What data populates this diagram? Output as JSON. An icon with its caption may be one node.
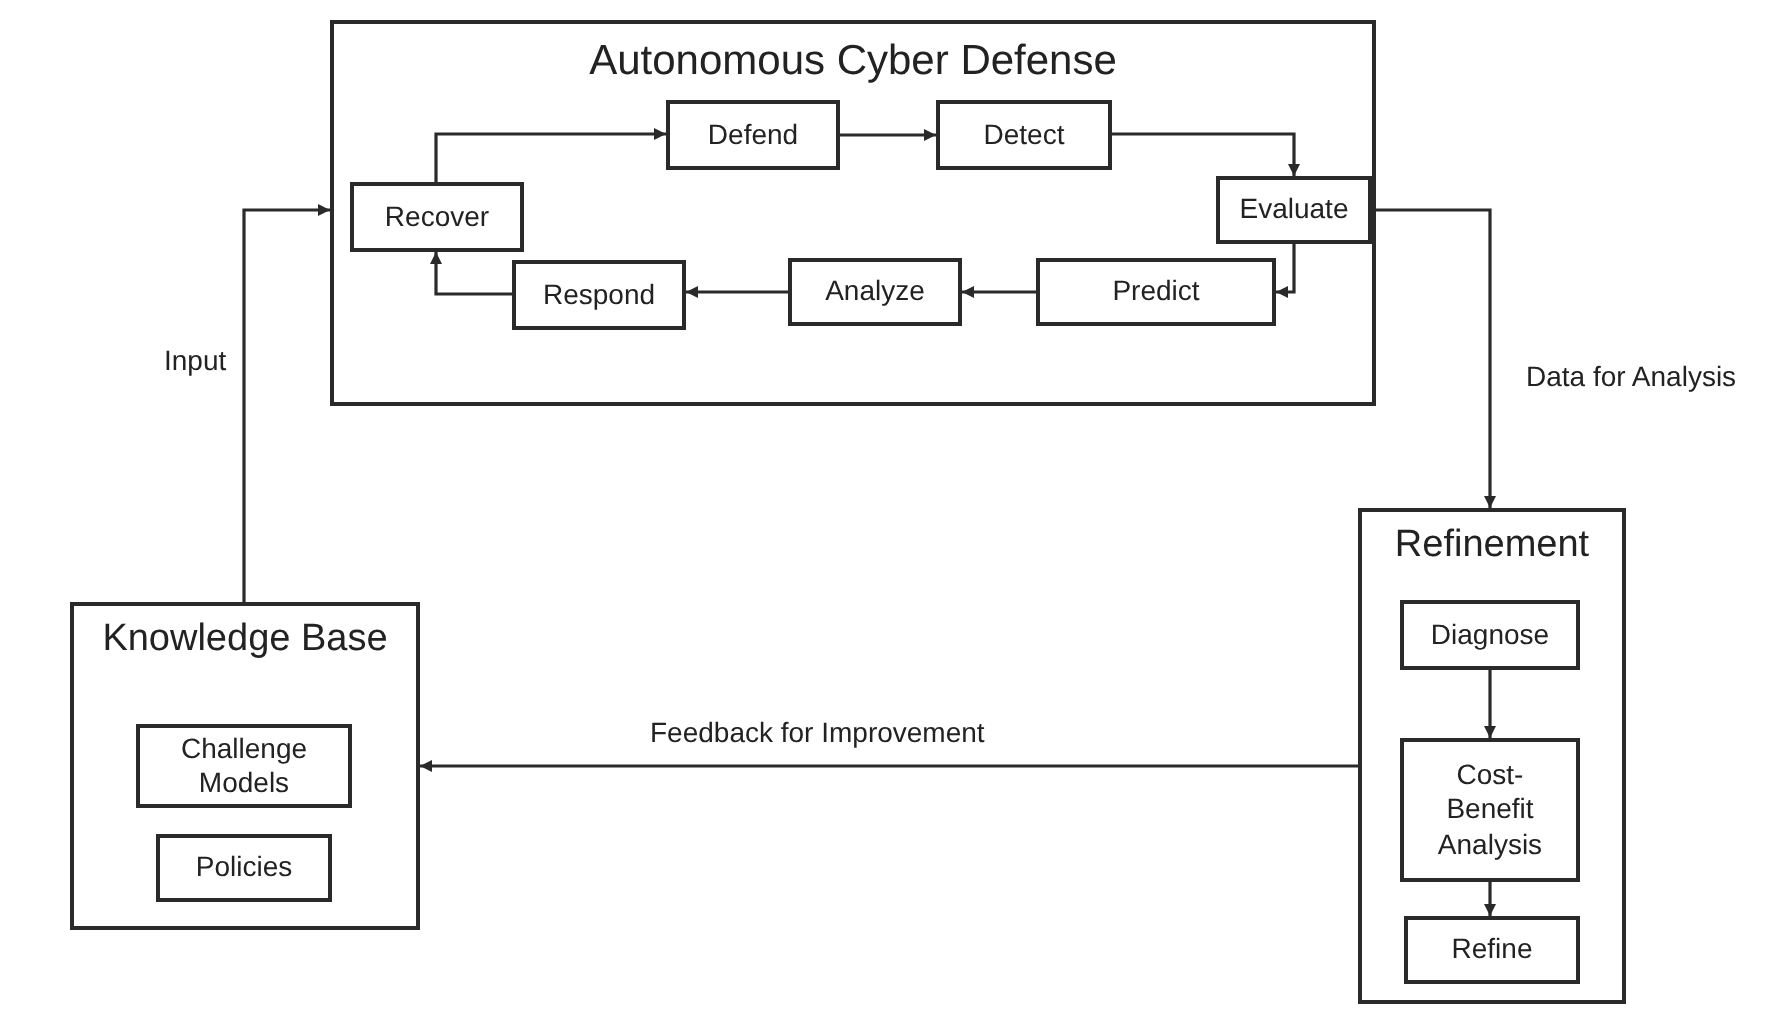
{
  "diagram": {
    "nodes": [
      {
        "text": [
          "Autonomous Cyber Defense"
        ]
      },
      {
        "text": [
          "Defend"
        ],
        "in": 0
      },
      {
        "text": [
          "Detect"
        ],
        "in": 0
      },
      {
        "text": [
          "Recover"
        ],
        "in": 0
      },
      {
        "text": [
          "Evaluate"
        ],
        "in": 0
      },
      {
        "text": [
          "Respond"
        ],
        "in": 0
      },
      {
        "text": [
          "Analyze"
        ],
        "in": 0
      },
      {
        "text": [
          "Predict"
        ],
        "in": 0
      },
      {
        "text": [
          "Refinement"
        ]
      },
      {
        "text": [
          "Diagnose"
        ],
        "in": 8
      },
      {
        "text": [
          "Cost-Benefit Analysis"
        ],
        "in": 8
      },
      {
        "text": [
          "Refine"
        ],
        "in": 8
      },
      {
        "text": [
          "Knowledge Base"
        ]
      },
      {
        "text": [
          "Challenge Models"
        ],
        "in": 12
      },
      {
        "text": [
          "Policies"
        ],
        "in": 12
      }
    ],
    "edges": [
      {
        "from": 3,
        "to": 1,
        "arrow": "to"
      },
      {
        "from": 1,
        "to": 2,
        "arrow": "to"
      },
      {
        "from": 2,
        "to": 4,
        "arrow": "to"
      },
      {
        "from": 4,
        "to": 7,
        "arrow": "to"
      },
      {
        "from": 7,
        "to": 6,
        "arrow": "to"
      },
      {
        "from": 6,
        "to": 5,
        "arrow": "to"
      },
      {
        "from": 5,
        "to": 3,
        "arrow": "to"
      },
      {
        "from": 0,
        "to": 8,
        "label": "Data for Analysis",
        "arrow": "to"
      },
      {
        "from": 12,
        "to": 0,
        "label": "Input",
        "arrow": "to"
      },
      {
        "from": 8,
        "to": 12,
        "label": "Feedback for Improvement",
        "arrow": "to"
      },
      {
        "from": 9,
        "to": 10,
        "arrow": "to"
      },
      {
        "from": 10,
        "to": 11,
        "arrow": "to"
      }
    ]
  }
}
